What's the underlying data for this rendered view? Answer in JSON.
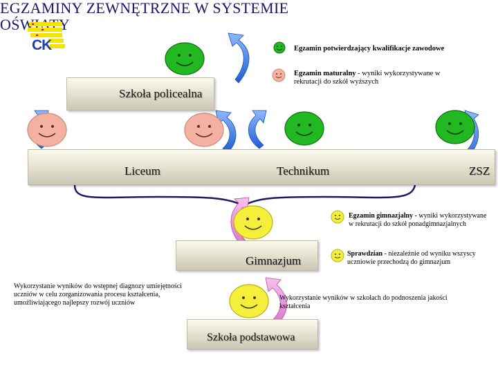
{
  "title_line1": "EGZAMINY ZEWNĘTRZNE W SYSTEMIE",
  "title_line2": "OŚWIATY",
  "logo_text": "CK",
  "legend": {
    "green_label": "Egzamin potwierdzający kwalifikacje zawodowe",
    "pink_bold": "Egzamin maturalny",
    "pink_rest": " - wyniki wykorzystywane w rekrutacji do szkół wyższych"
  },
  "schools": {
    "policealna": "Szkoła policealna",
    "liceum": "Liceum",
    "technikum": "Technikum",
    "zsz": "ZSZ",
    "gimnazjum": "Gimnazjum",
    "podstawowa": "Szkoła podstawowa"
  },
  "notes": {
    "gim_bold": "Egzamin gimnazjalny",
    "gim_rest": " - wyniki wykorzystywane w rekrutacji do szkół ponadgimnazjalnych",
    "spr_bold": "Sprawdzian",
    "spr_rest": " - niezależnie od wyniku wszyscy uczniowie przechodzą do gimnazjum",
    "left_note": "Wykorzystanie wyników do wstępnej diagnozy umiejętności uczniów w celu zorganizowania procesu kształcenia, umożliwiającego najlepszy rozwój uczniów",
    "right_note": "Wykorzystanie wyników w szkołach do podnoszenia jakości kształcenia"
  },
  "colors": {
    "green": "#22b822",
    "pink": "#f4b1a1",
    "yellow": "#f5ee3a",
    "navy": "#16166a",
    "arrow_blue": "#2b6fd8",
    "arrow_pink": "#e58ad6"
  }
}
